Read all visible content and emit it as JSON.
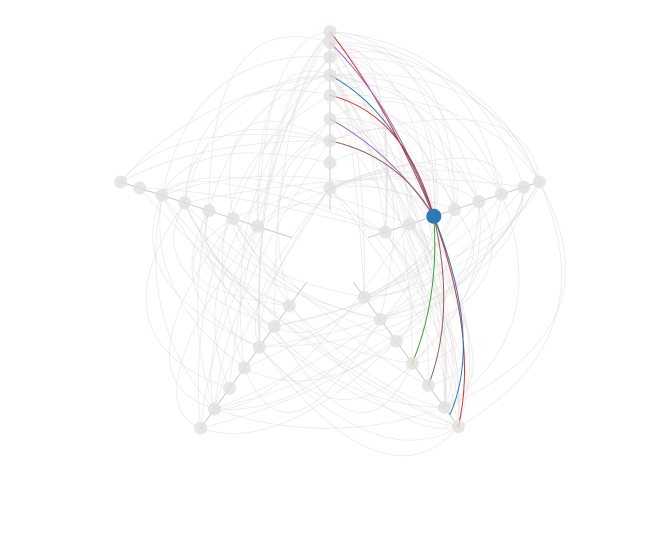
{
  "diagram": {
    "type": "hive-plot",
    "axes_count": 5,
    "focus_node": {
      "axis": 1,
      "position": 0.38
    },
    "colors": {
      "background": "#ffffff",
      "axis": "#cccccc",
      "link": "#dcd8d8",
      "node": "#e3e0e0",
      "focus_node": "#2f78b5",
      "highlight_links": [
        "#d62728",
        "#1f77b4",
        "#9467bd",
        "#2ca02c",
        "#8c564b"
      ]
    },
    "nodes": [
      {
        "axis": 0,
        "pos": 0.98
      },
      {
        "axis": 0,
        "pos": 0.92
      },
      {
        "axis": 0,
        "pos": 0.84
      },
      {
        "axis": 0,
        "pos": 0.74
      },
      {
        "axis": 0,
        "pos": 0.63
      },
      {
        "axis": 0,
        "pos": 0.5
      },
      {
        "axis": 0,
        "pos": 0.38
      },
      {
        "axis": 0,
        "pos": 0.26
      },
      {
        "axis": 0,
        "pos": 0.12
      },
      {
        "axis": 1,
        "pos": 0.99
      },
      {
        "axis": 1,
        "pos": 0.9
      },
      {
        "axis": 1,
        "pos": 0.77
      },
      {
        "axis": 1,
        "pos": 0.64
      },
      {
        "axis": 1,
        "pos": 0.5
      },
      {
        "axis": 1,
        "pos": 0.38
      },
      {
        "axis": 1,
        "pos": 0.24
      },
      {
        "axis": 1,
        "pos": 0.1
      },
      {
        "axis": 2,
        "pos": 0.98
      },
      {
        "axis": 2,
        "pos": 0.85
      },
      {
        "axis": 2,
        "pos": 0.7
      },
      {
        "axis": 2,
        "pos": 0.55
      },
      {
        "axis": 2,
        "pos": 0.4
      },
      {
        "axis": 2,
        "pos": 0.25
      },
      {
        "axis": 2,
        "pos": 0.1
      },
      {
        "axis": 3,
        "pos": 0.99
      },
      {
        "axis": 3,
        "pos": 0.86
      },
      {
        "axis": 3,
        "pos": 0.72
      },
      {
        "axis": 3,
        "pos": 0.58
      },
      {
        "axis": 3,
        "pos": 0.44
      },
      {
        "axis": 3,
        "pos": 0.3
      },
      {
        "axis": 3,
        "pos": 0.16
      },
      {
        "axis": 4,
        "pos": 0.99
      },
      {
        "axis": 4,
        "pos": 0.88
      },
      {
        "axis": 4,
        "pos": 0.75
      },
      {
        "axis": 4,
        "pos": 0.62
      },
      {
        "axis": 4,
        "pos": 0.48
      },
      {
        "axis": 4,
        "pos": 0.34
      },
      {
        "axis": 4,
        "pos": 0.2
      }
    ],
    "highlight_links": [
      {
        "to_axis": 0,
        "to_pos": 0.98,
        "color": "#d62728"
      },
      {
        "to_axis": 0,
        "to_pos": 0.92,
        "color": "#9467bd"
      },
      {
        "to_axis": 0,
        "to_pos": 0.74,
        "color": "#1f77b4"
      },
      {
        "to_axis": 0,
        "to_pos": 0.63,
        "color": "#d62728"
      },
      {
        "to_axis": 0,
        "to_pos": 0.5,
        "color": "#9467bd"
      },
      {
        "to_axis": 0,
        "to_pos": 0.38,
        "color": "#8c564b"
      },
      {
        "to_axis": 2,
        "to_pos": 0.98,
        "color": "#d62728"
      },
      {
        "to_axis": 2,
        "to_pos": 0.9,
        "color": "#1f77b4"
      },
      {
        "to_axis": 2,
        "to_pos": 0.55,
        "color": "#2ca02c"
      },
      {
        "to_axis": 2,
        "to_pos": 0.7,
        "color": "#8c564b"
      }
    ],
    "background_link_count": 150
  }
}
